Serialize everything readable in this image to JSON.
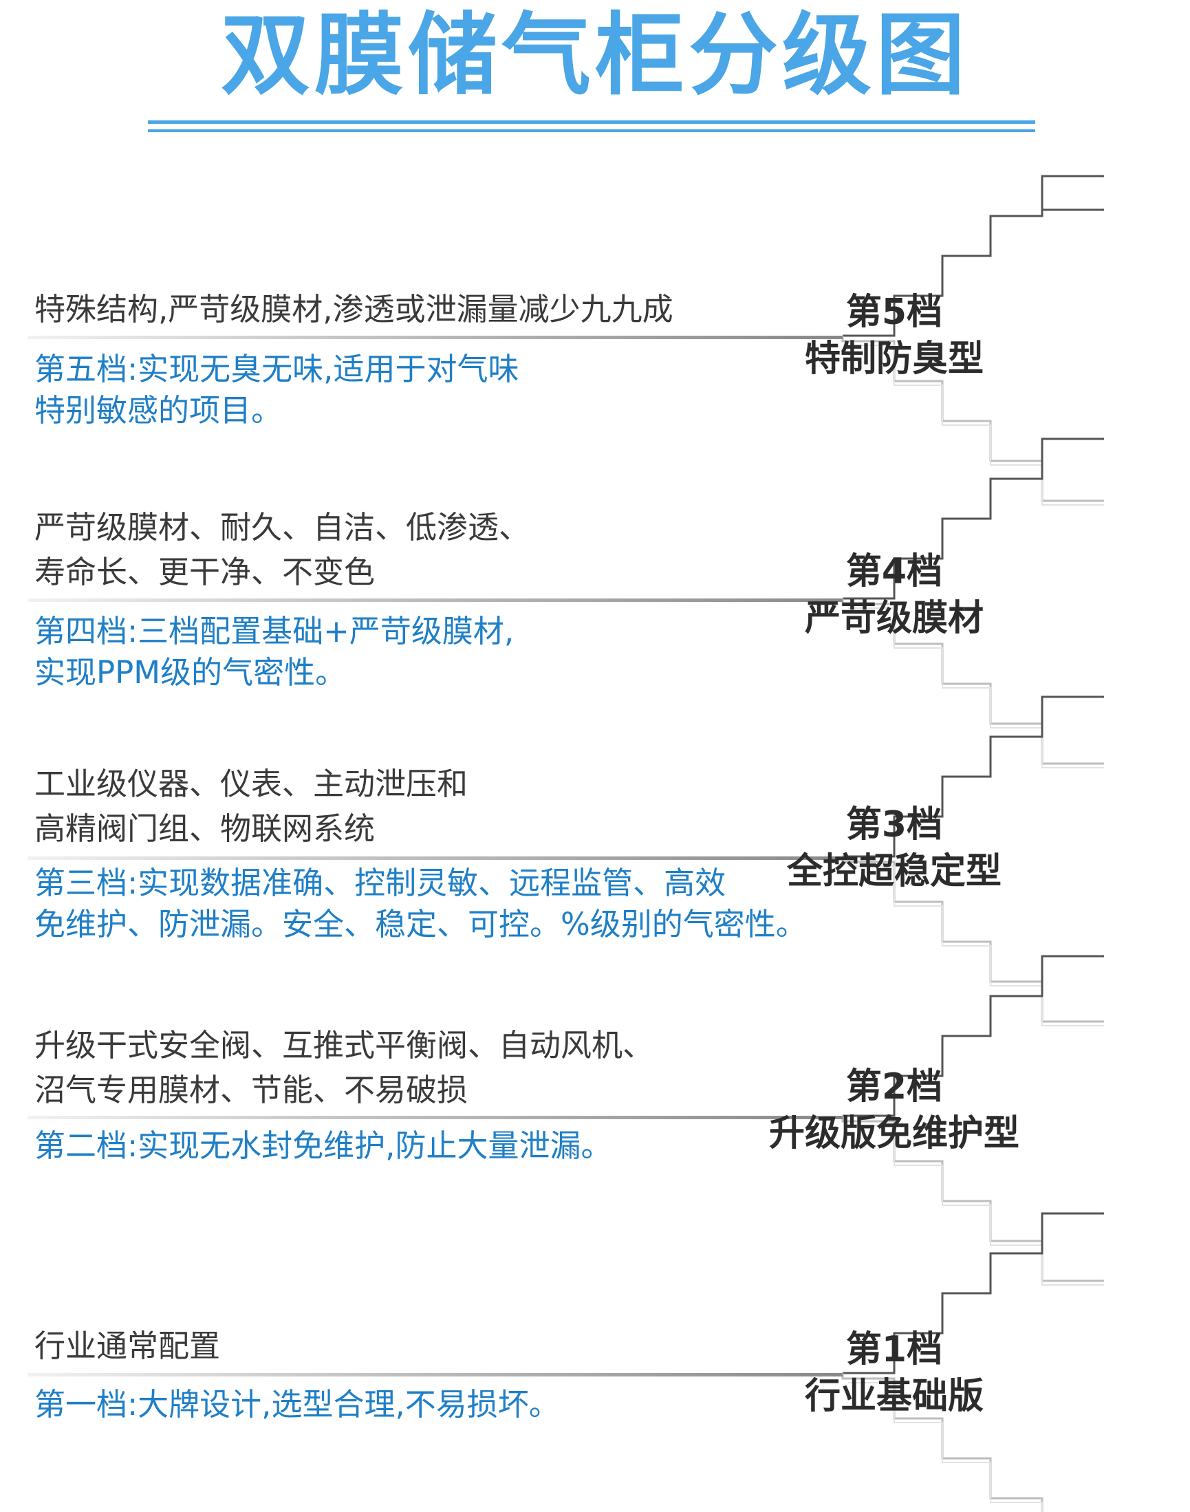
{
  "title": "双膜储气柜分级图",
  "tiers": [
    {
      "level": "第5档",
      "type": "特制防臭型",
      "desc": [
        "特殊结构,严苛级膜材,渗透或泄漏量减少九九成"
      ],
      "detail": [
        "第五档:实现无臭无味,适用于对气味",
        "特别敏感的项目。"
      ]
    },
    {
      "level": "第4档",
      "type": "严苛级膜材",
      "desc": [
        "严苛级膜材、耐久、自洁、低渗透、",
        "寿命长、更干净、不变色"
      ],
      "detail": [
        "第四档:三档配置基础+严苛级膜材,",
        "实现PPM级的气密性。"
      ]
    },
    {
      "level": "第3档",
      "type": "全控超稳定型",
      "desc": [
        "工业级仪器、仪表、主动泄压和",
        "高精阀门组、物联网系统"
      ],
      "detail": [
        "第三档:实现数据准确、控制灵敏、远程监管、高效",
        "免维护、防泄漏。安全、稳定、可控。%级别的气密性。"
      ]
    },
    {
      "level": "第2档",
      "type": "升级版免维护型",
      "desc": [
        "升级干式安全阀、互推式平衡阀、自动风机、",
        "沼气专用膜材、节能、不易破损"
      ],
      "detail": [
        "第二档:实现无水封免维护,防止大量泄漏。"
      ]
    },
    {
      "level": "第1档",
      "type": "行业基础版",
      "desc": [
        "行业通常配置"
      ],
      "detail": [
        "第一档:大牌设计,选型合理,不易损坏。"
      ]
    }
  ],
  "colors": {
    "title": "#4aa6e6",
    "detail": "#1f7fc7",
    "desc": "#3a3a3a",
    "line": "#888888"
  }
}
